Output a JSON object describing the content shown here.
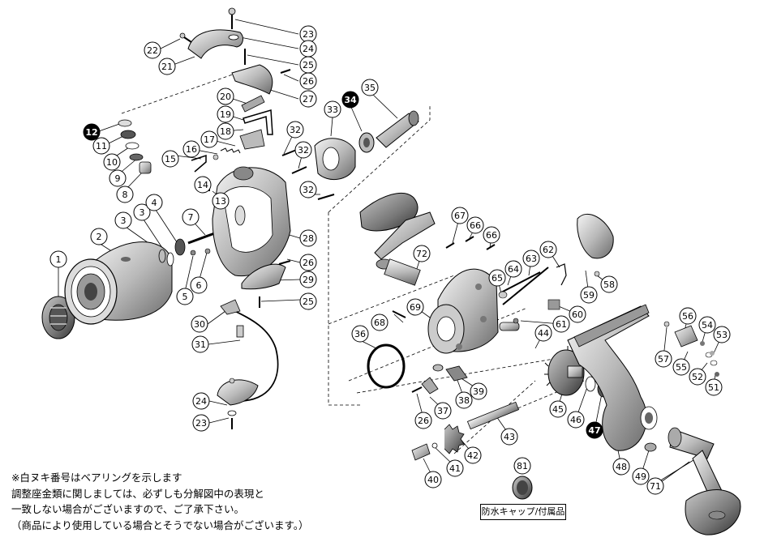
{
  "callouts": [
    {
      "n": "1"
    },
    {
      "n": "2"
    },
    {
      "n": "3"
    },
    {
      "n": "3"
    },
    {
      "n": "4"
    },
    {
      "n": "5"
    },
    {
      "n": "6"
    },
    {
      "n": "7"
    },
    {
      "n": "8"
    },
    {
      "n": "9"
    },
    {
      "n": "10"
    },
    {
      "n": "11"
    },
    {
      "n": "12",
      "bearing": true
    },
    {
      "n": "13"
    },
    {
      "n": "14"
    },
    {
      "n": "15"
    },
    {
      "n": "16"
    },
    {
      "n": "17"
    },
    {
      "n": "18"
    },
    {
      "n": "19"
    },
    {
      "n": "20"
    },
    {
      "n": "21"
    },
    {
      "n": "22"
    },
    {
      "n": "23"
    },
    {
      "n": "24"
    },
    {
      "n": "25"
    },
    {
      "n": "26"
    },
    {
      "n": "27"
    },
    {
      "n": "28"
    },
    {
      "n": "26"
    },
    {
      "n": "29"
    },
    {
      "n": "25"
    },
    {
      "n": "30"
    },
    {
      "n": "31"
    },
    {
      "n": "24"
    },
    {
      "n": "23"
    },
    {
      "n": "32"
    },
    {
      "n": "32"
    },
    {
      "n": "32"
    },
    {
      "n": "33"
    },
    {
      "n": "34",
      "bearing": true
    },
    {
      "n": "35"
    },
    {
      "n": "36"
    },
    {
      "n": "37"
    },
    {
      "n": "38"
    },
    {
      "n": "39"
    },
    {
      "n": "26"
    },
    {
      "n": "40"
    },
    {
      "n": "41"
    },
    {
      "n": "42"
    },
    {
      "n": "43"
    },
    {
      "n": "44"
    },
    {
      "n": "45"
    },
    {
      "n": "46"
    },
    {
      "n": "47",
      "bearing": true
    },
    {
      "n": "48"
    },
    {
      "n": "49"
    },
    {
      "n": "51"
    },
    {
      "n": "52"
    },
    {
      "n": "53"
    },
    {
      "n": "54"
    },
    {
      "n": "55"
    },
    {
      "n": "56"
    },
    {
      "n": "57"
    },
    {
      "n": "58"
    },
    {
      "n": "59"
    },
    {
      "n": "60"
    },
    {
      "n": "61"
    },
    {
      "n": "62"
    },
    {
      "n": "63"
    },
    {
      "n": "64"
    },
    {
      "n": "65"
    },
    {
      "n": "66"
    },
    {
      "n": "66"
    },
    {
      "n": "67"
    },
    {
      "n": "68"
    },
    {
      "n": "69"
    },
    {
      "n": "71"
    },
    {
      "n": "72"
    },
    {
      "n": "81"
    }
  ],
  "notes": {
    "line1": "※白ヌキ番号はベアリングを示します",
    "line2": "調整座金類に関しましては、必ずしも分解図中の表現と",
    "line3": "一致しない場合がございますので、ご了承下さい。",
    "line4": "（商品により使用している場合とそうでない場合がございます。）"
  },
  "cap_label": "防水キャップ/付属品"
}
